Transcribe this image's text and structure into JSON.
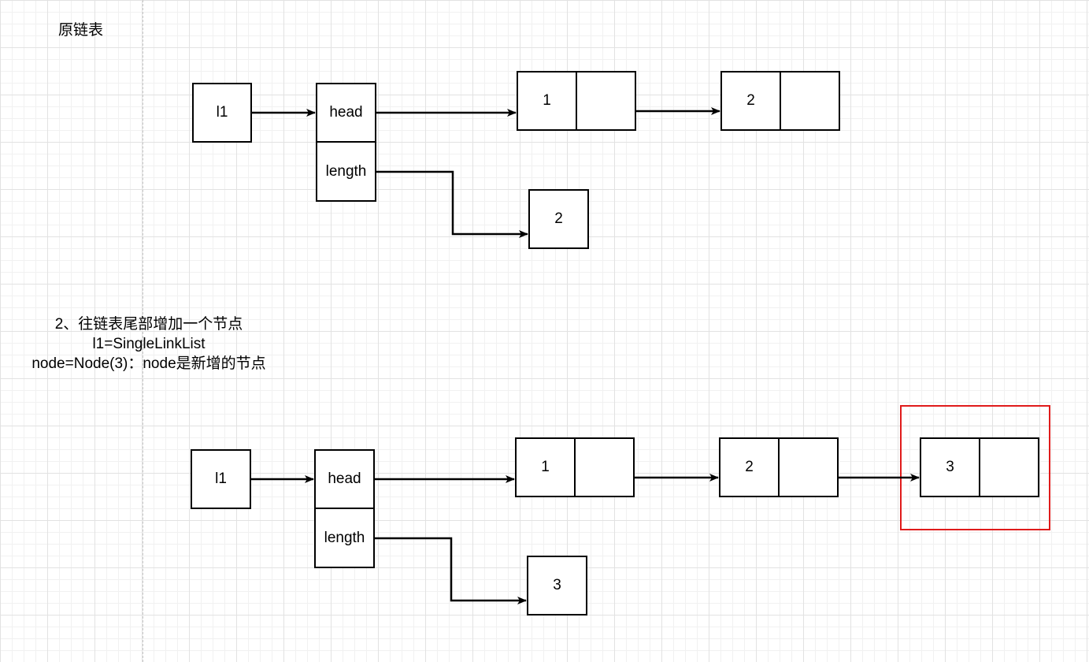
{
  "section1": {
    "title": "原链表",
    "var_label": "l1",
    "head_label": "head",
    "length_label": "length",
    "nodes": [
      "1",
      "2"
    ],
    "length_value": "2"
  },
  "section2": {
    "desc_line1": "2、往链表尾部增加一个节点",
    "desc_line2": "l1=SingleLinkList",
    "desc_line3": "node=Node(3)：node是新增的节点",
    "var_label": "l1",
    "head_label": "head",
    "length_label": "length",
    "nodes": [
      "1",
      "2",
      "3"
    ],
    "length_value": "3",
    "highlight_color": "#e01b1b"
  }
}
